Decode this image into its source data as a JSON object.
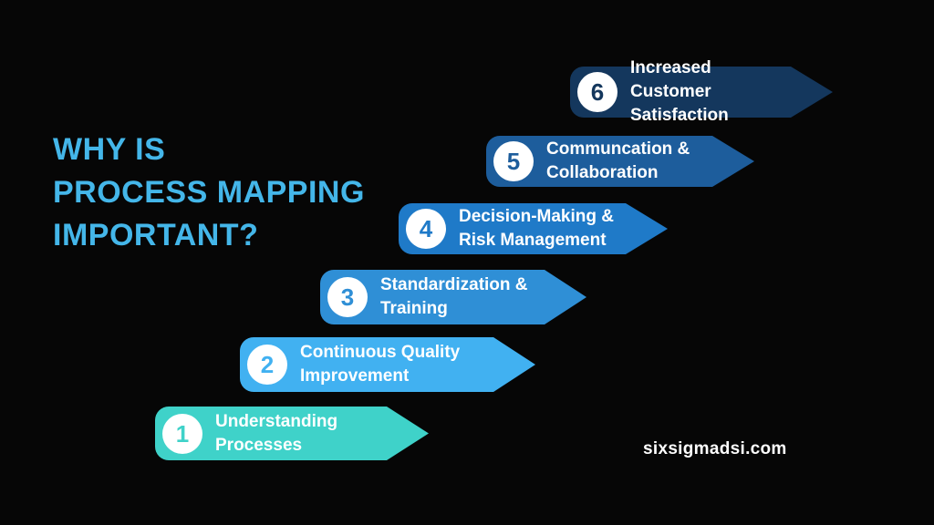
{
  "title": {
    "line1": "WHY IS",
    "line2": "PROCESS MAPPING",
    "line3": "IMPORTANT?"
  },
  "footer": {
    "website": "sixsigmadsi.com"
  },
  "colors": {
    "background": "#060606",
    "title": "#44b6e9",
    "label_text": "#ffffff",
    "circle_fill": "#ffffff"
  },
  "steps": [
    {
      "number": "1",
      "line1": "Understanding Processes",
      "line2": "",
      "color": "#3fd2c9"
    },
    {
      "number": "2",
      "line1": "Continuous Quality",
      "line2": "Improvement",
      "color": "#41b1f1"
    },
    {
      "number": "3",
      "line1": "Standardization &",
      "line2": "Training",
      "color": "#2f8fd6"
    },
    {
      "number": "4",
      "line1": "Decision-Making &",
      "line2": "Risk Management",
      "color": "#1f7ac8"
    },
    {
      "number": "5",
      "line1": "Communcation &",
      "line2": "Collaboration",
      "color": "#1d5d9c"
    },
    {
      "number": "6",
      "line1": "Increased Customer",
      "line2": "Satisfaction",
      "color": "#14375d"
    }
  ]
}
